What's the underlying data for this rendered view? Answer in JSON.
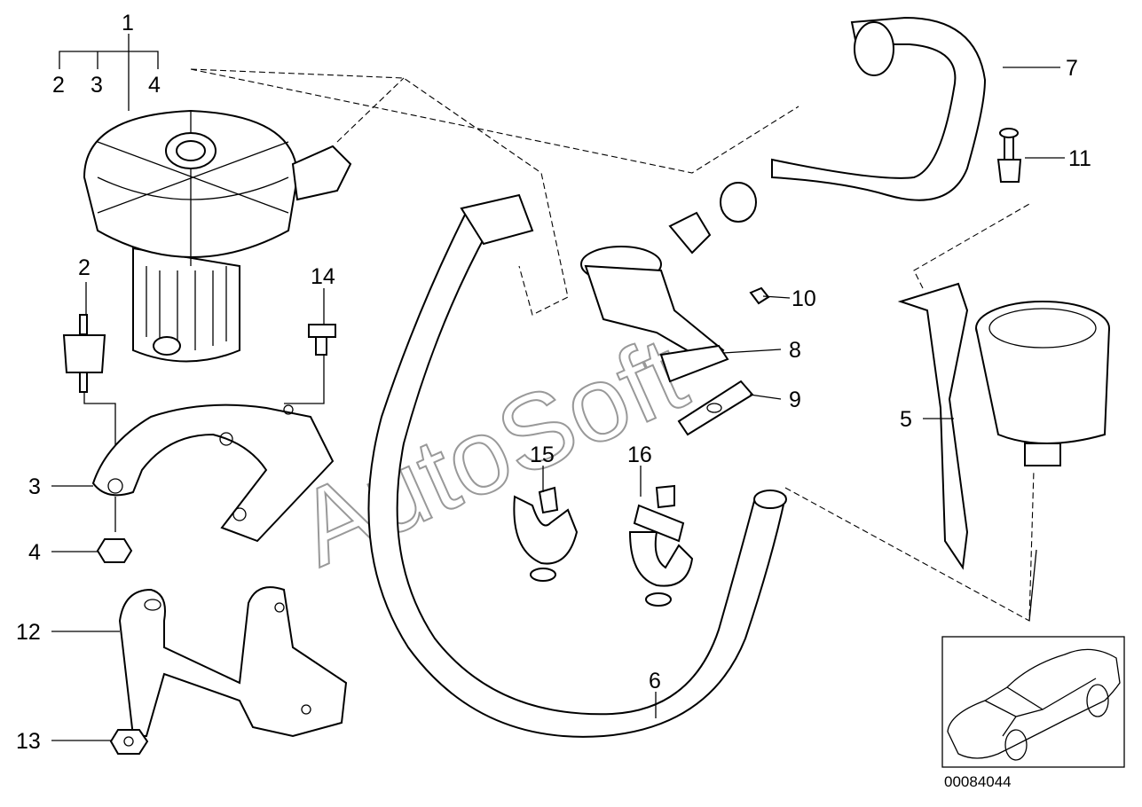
{
  "diagram": {
    "watermark": "AutoSoft",
    "drawing_number": "00084044",
    "callouts": [
      {
        "id": "c1",
        "text": "1"
      },
      {
        "id": "c2a",
        "text": "2"
      },
      {
        "id": "c3a",
        "text": "3"
      },
      {
        "id": "c4a",
        "text": "4"
      },
      {
        "id": "c2b",
        "text": "2"
      },
      {
        "id": "c14",
        "text": "14"
      },
      {
        "id": "c3b",
        "text": "3"
      },
      {
        "id": "c4b",
        "text": "4"
      },
      {
        "id": "c12",
        "text": "12"
      },
      {
        "id": "c13",
        "text": "13"
      },
      {
        "id": "c15",
        "text": "15"
      },
      {
        "id": "c16",
        "text": "16"
      },
      {
        "id": "c10",
        "text": "10"
      },
      {
        "id": "c8",
        "text": "8"
      },
      {
        "id": "c9",
        "text": "9"
      },
      {
        "id": "c5",
        "text": "5"
      },
      {
        "id": "c7",
        "text": "7"
      },
      {
        "id": "c11",
        "text": "11"
      },
      {
        "id": "c6",
        "text": "6"
      }
    ]
  }
}
